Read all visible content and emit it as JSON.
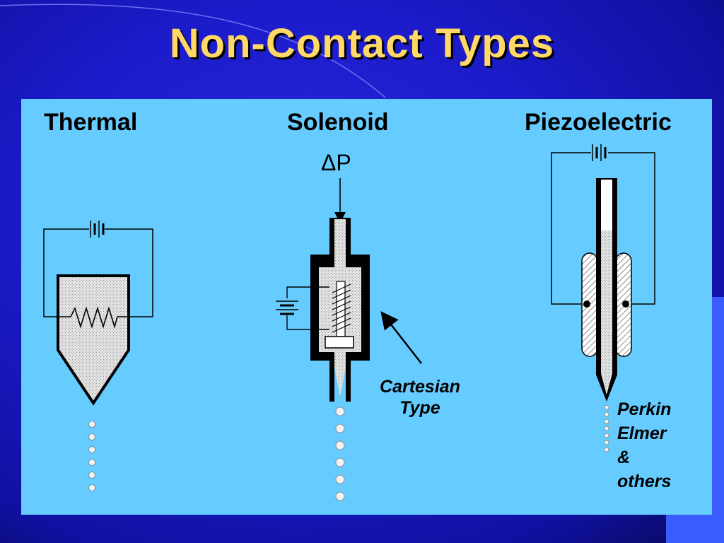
{
  "slide": {
    "title": "Non-Contact Types",
    "colors": {
      "background": "#1c1ccc",
      "panel": "#66ccff",
      "title": "#ffd866",
      "corner": "#3a5cff"
    }
  },
  "diagram": {
    "thermal": {
      "label": "Thermal"
    },
    "solenoid": {
      "label": "Solenoid",
      "pressure_label": "ΔP"
    },
    "piezoelectric": {
      "label": "Piezoelectric"
    },
    "annotations": {
      "cartesian": [
        "Cartesian",
        "Type"
      ],
      "piezo_vendor": [
        "Perkin",
        "Elmer",
        "&",
        "others"
      ]
    }
  }
}
